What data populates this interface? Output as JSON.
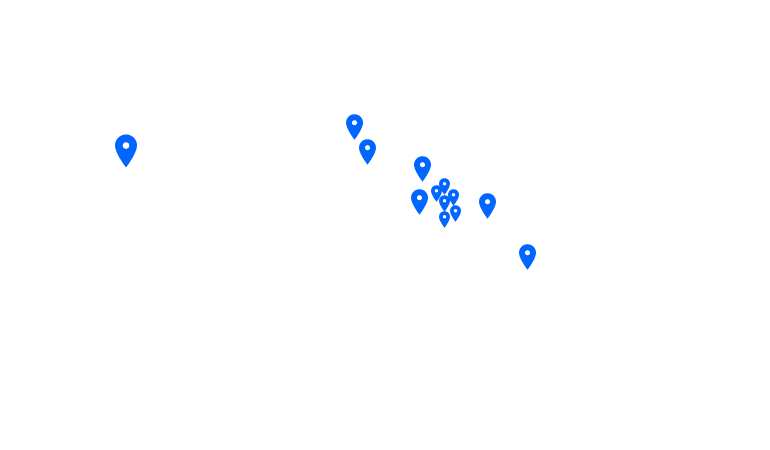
{
  "map": {
    "marker_color": "#0066ff",
    "marker_icon": "map-pin-icon",
    "background_color": "#ffffff"
  },
  "markers": [
    {
      "id": 1,
      "size": "large"
    },
    {
      "id": 2,
      "size": "medium"
    },
    {
      "id": 3,
      "size": "medium"
    },
    {
      "id": 4,
      "size": "medium"
    },
    {
      "id": 5,
      "size": "medium"
    },
    {
      "id": 6,
      "size": "medium"
    },
    {
      "id": 7,
      "size": "medium"
    },
    {
      "id": 8,
      "size": "small"
    },
    {
      "id": 9,
      "size": "small"
    },
    {
      "id": 10,
      "size": "small"
    },
    {
      "id": 11,
      "size": "small"
    },
    {
      "id": 12,
      "size": "small"
    },
    {
      "id": 13,
      "size": "small"
    }
  ]
}
